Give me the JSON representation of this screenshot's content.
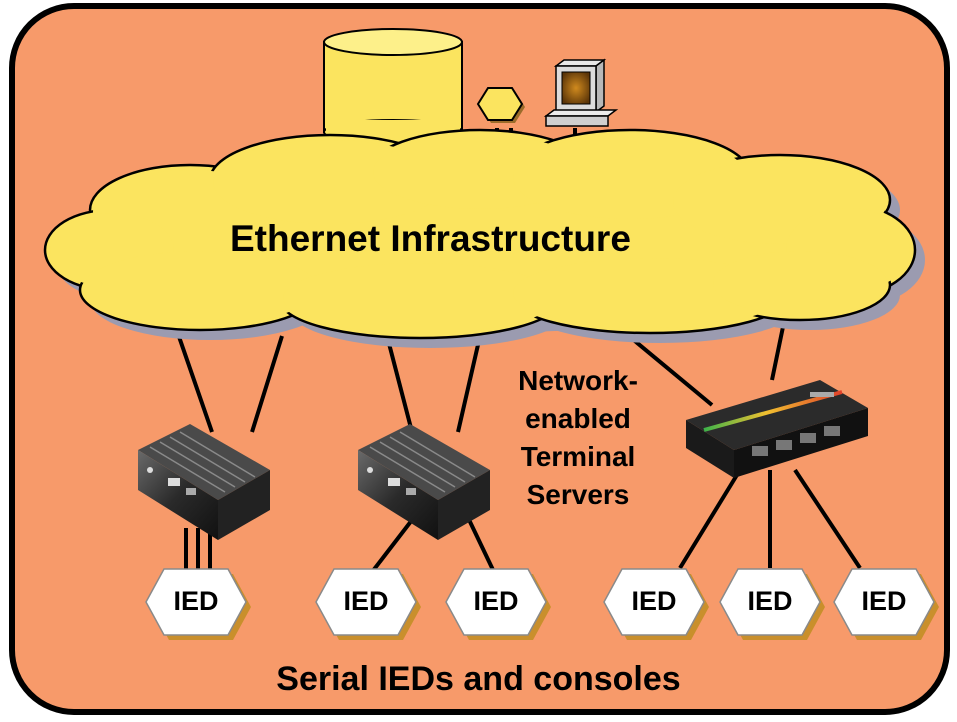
{
  "diagram": {
    "cloud_label": "Ethernet Infrastructure",
    "device_caption": [
      "Network-",
      "enabled",
      "Terminal",
      "Servers"
    ],
    "footer_label": "Serial IEDs and consoles",
    "ied_labels": [
      "IED",
      "IED",
      "IED",
      "IED",
      "IED",
      "IED"
    ]
  },
  "colors": {
    "background_panel": "#f79a6a",
    "cloud_fill": "#fbe45f",
    "cloud_shadow": "#9b9bb0",
    "hexagon_fill": "#ffffff",
    "hexagon_shadow": "#c98f2c",
    "outline": "#000000"
  },
  "icons": [
    "database-icon",
    "router-hex-icon",
    "workstation-icon",
    "terminal-server-icon"
  ]
}
